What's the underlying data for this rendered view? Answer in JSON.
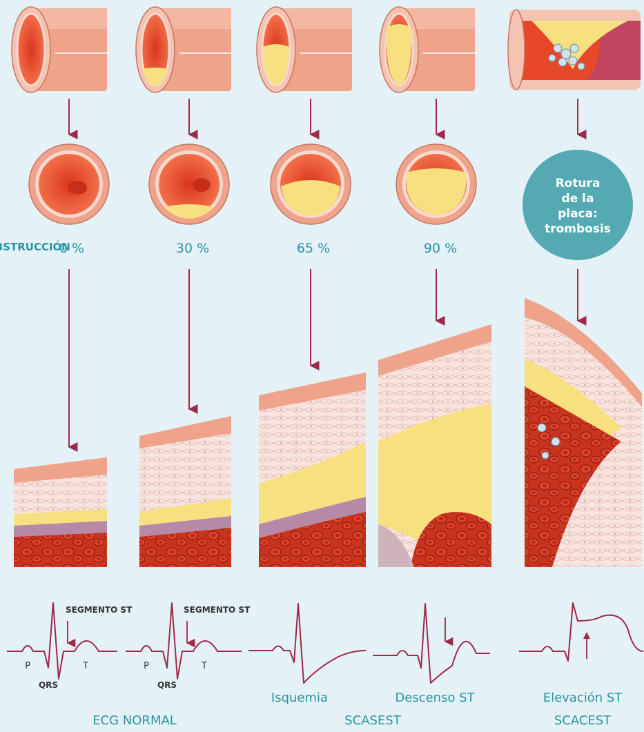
{
  "obstruction_label": "OBSTRUCCIÓN",
  "percentages": [
    "0 %",
    "30 %",
    "65 %",
    "90 %"
  ],
  "rupture_lines": [
    "Rotura",
    "de la placa:",
    "trombosis"
  ],
  "ecg_labels": {
    "segmento_st": "SEGMENTO ST",
    "p": "P",
    "qrs": "QRS",
    "t": "T"
  },
  "captions": {
    "isquemia": "Isquemia",
    "descenso": "Descenso ST",
    "elevacion": "Elevación ST",
    "ecg_normal": "ECG NORMAL",
    "scasest": "SCASEST",
    "scacest": "SCACEST"
  },
  "colors": {
    "background": "#e4f1f6",
    "teal": "#2795a3",
    "arrow": "#9c2a48",
    "vessel_wall": "#eea38a",
    "lumen": "#e8482a",
    "plaque": "#f7e07f",
    "tissue": "#f6dcd6"
  }
}
